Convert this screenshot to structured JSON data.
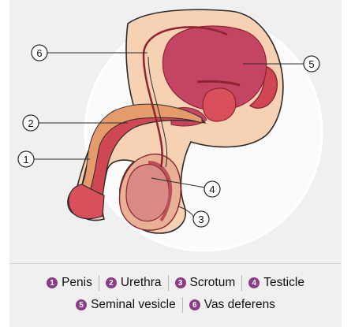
{
  "callouts": [
    {
      "number": "1",
      "target": "Penis"
    },
    {
      "number": "2",
      "target": "Urethra"
    },
    {
      "number": "3",
      "target": "Scrotum"
    },
    {
      "number": "4",
      "target": "Testicle"
    },
    {
      "number": "5",
      "target": "Seminal vesicle"
    },
    {
      "number": "6",
      "target": "Vas deferens"
    }
  ],
  "legend": {
    "row1": [
      {
        "number": "1",
        "label": "Penis"
      },
      {
        "number": "2",
        "label": "Urethra"
      },
      {
        "number": "3",
        "label": "Scrotum"
      },
      {
        "number": "4",
        "label": "Testicle"
      }
    ],
    "row2": [
      {
        "number": "5",
        "label": "Seminal vesicle"
      },
      {
        "number": "6",
        "label": "Vas deferens"
      }
    ]
  },
  "colors": {
    "badge": "#8a3c86",
    "skin": "#f7d1b4",
    "tissue": "#cf4752",
    "bladder": "#c34563",
    "urethra": "#e59b6b",
    "duct": "#8e2430",
    "outline": "#2b2b2b"
  }
}
